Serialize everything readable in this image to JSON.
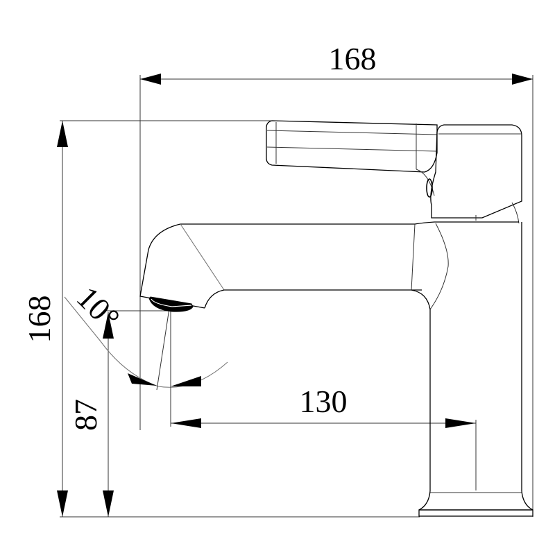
{
  "drawing": {
    "subject": "faucet-side-elevation",
    "line_color": "#000000",
    "background": "#ffffff"
  },
  "dimensions": {
    "overall_width": {
      "label": "168",
      "unit": "mm"
    },
    "overall_height": {
      "label": "168",
      "unit": "mm"
    },
    "spout_height": {
      "label": "87",
      "unit": "mm"
    },
    "spout_reach": {
      "label": "130",
      "unit": "mm"
    },
    "spout_angle": {
      "label": "10°",
      "value": 10,
      "unit": "degrees"
    }
  }
}
